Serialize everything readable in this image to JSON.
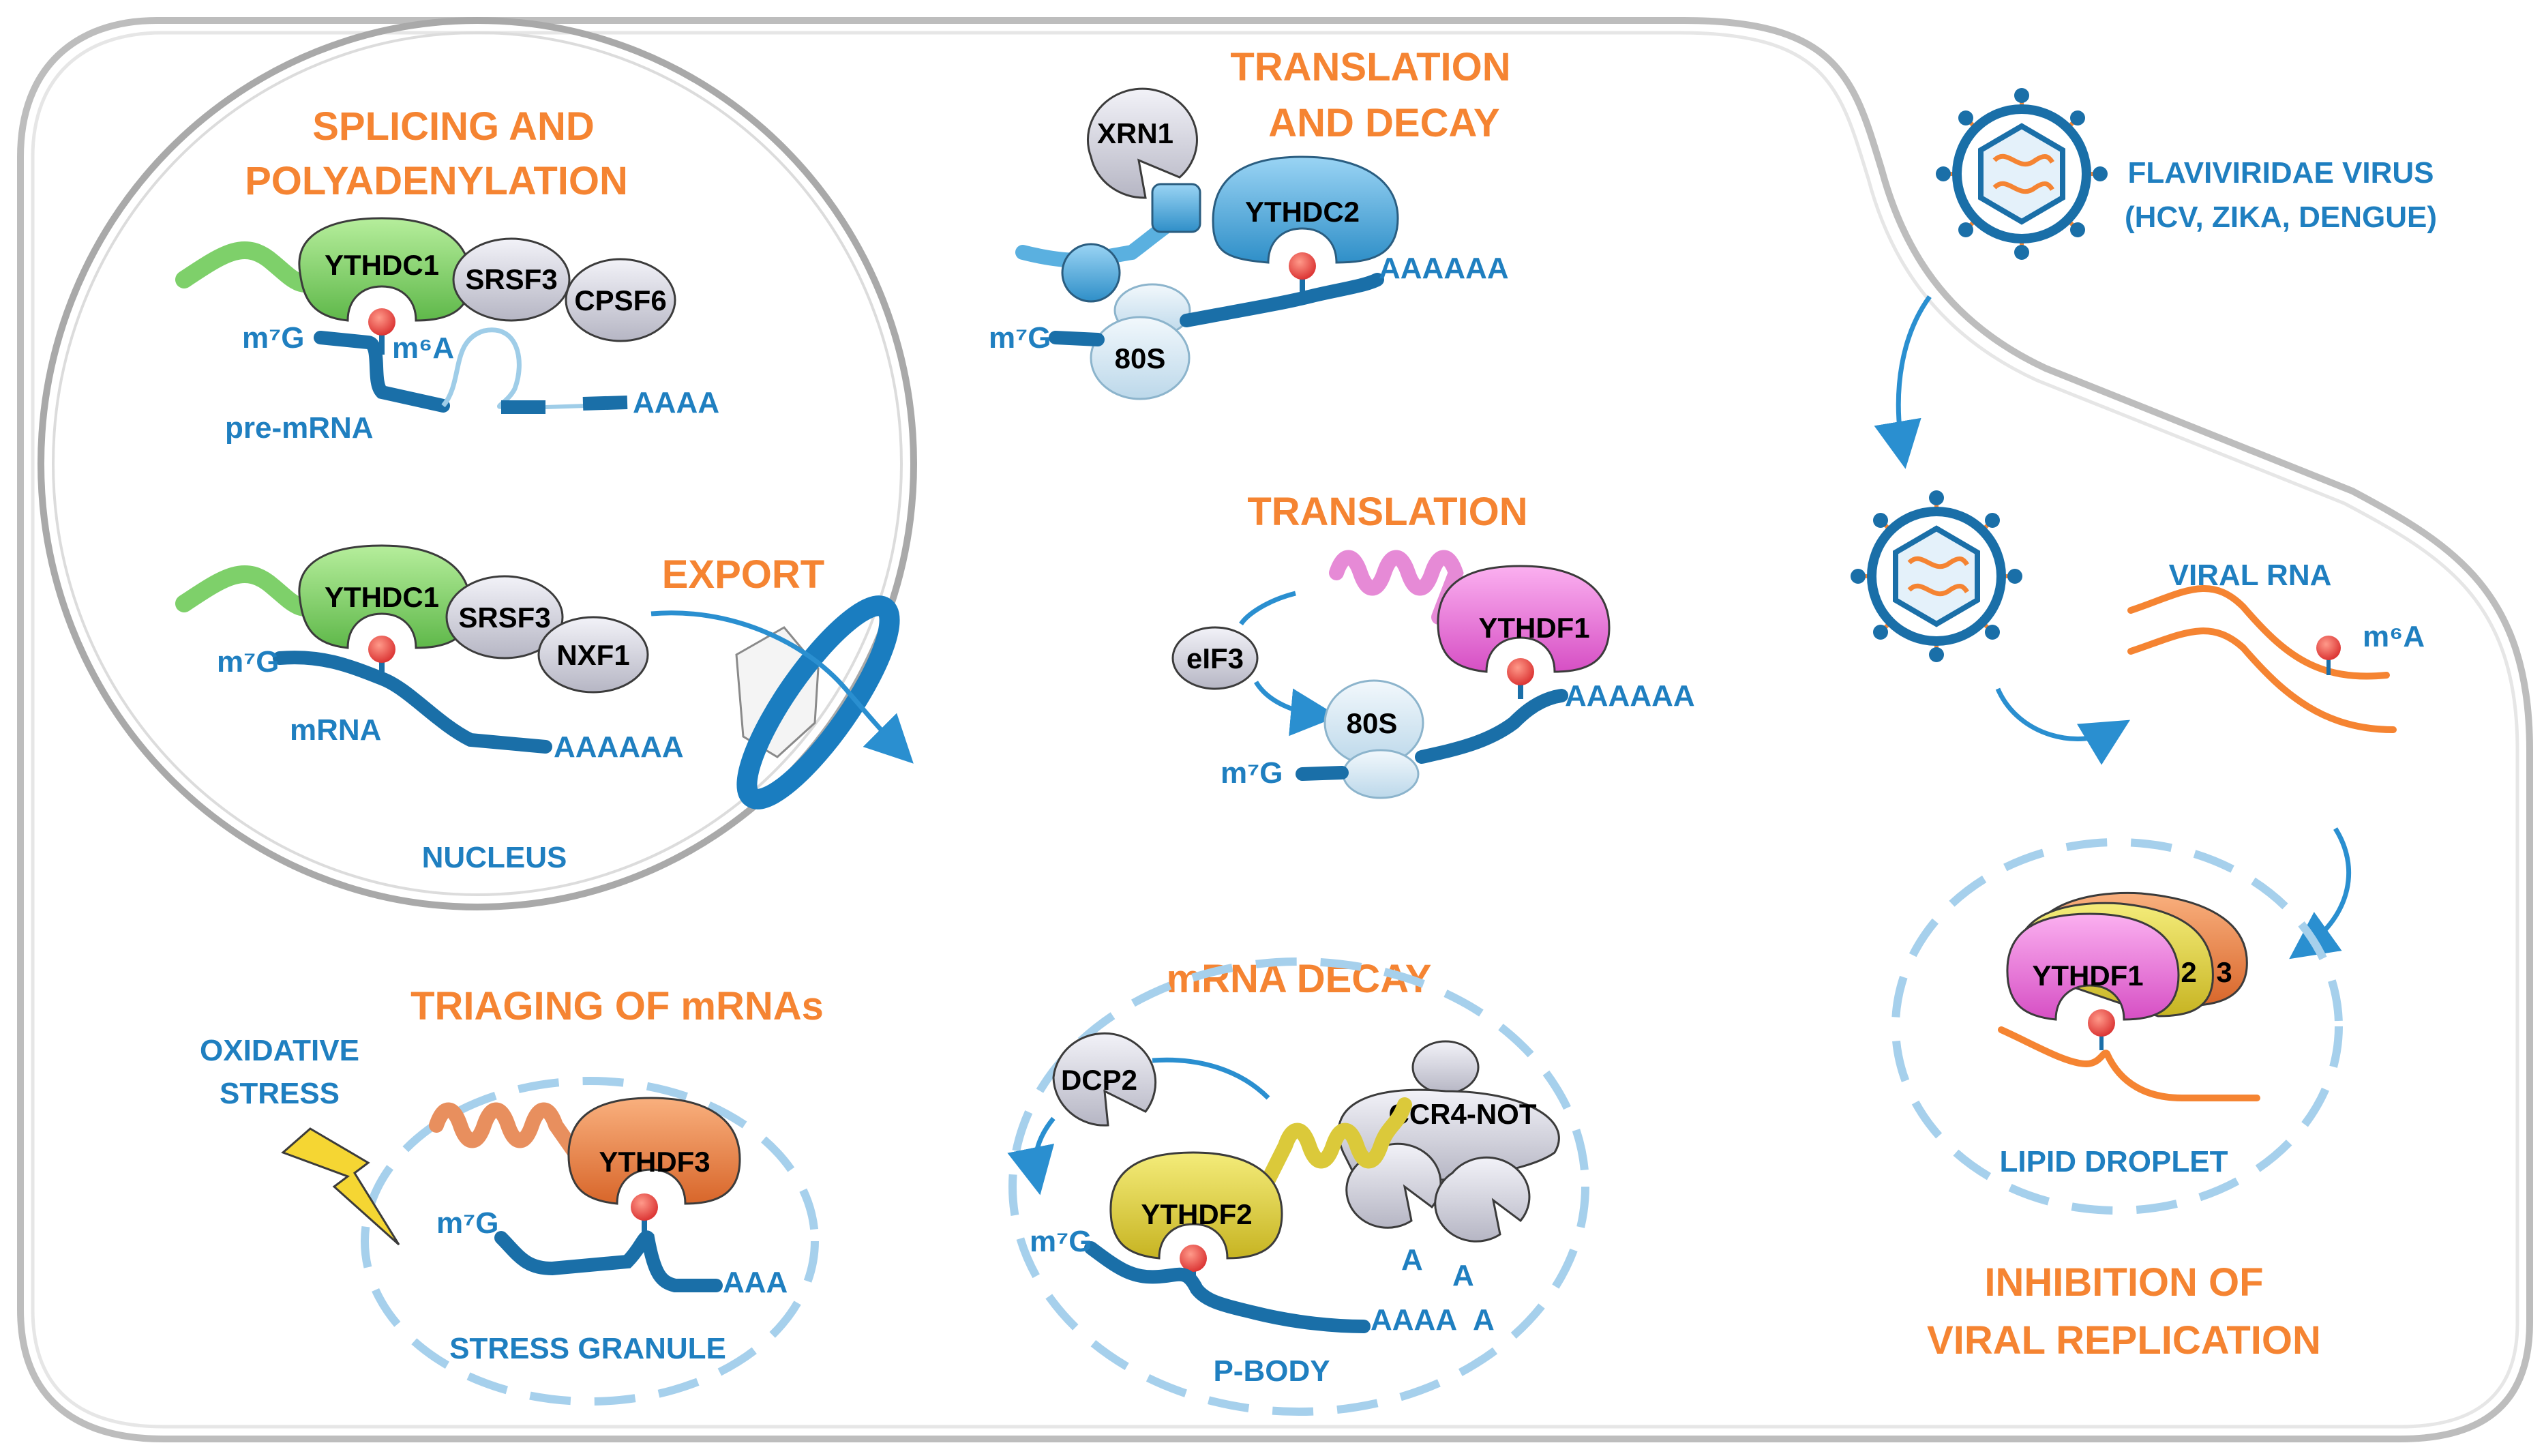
{
  "titles": {
    "splicing_line1": "SPLICING AND",
    "splicing_line2": "POLYADENYLATION",
    "translation_decay_line1": "TRANSLATION",
    "translation_decay_line2": "AND DECAY",
    "translation": "TRANSLATION",
    "export": "EXPORT",
    "triaging": "TRIAGING OF mRNAs",
    "mrna_decay": "mRNA DECAY",
    "inhibition_line1": "INHIBITION OF",
    "inhibition_line2": "VIRAL REPLICATION"
  },
  "labels": {
    "nucleus": "NUCLEUS",
    "pre_mrna": "pre-mRNA",
    "mrna": "mRNA",
    "aaaa": "AAAA",
    "aaaaaa": "AAAAAA",
    "aaa": "AAA",
    "a": "A",
    "m7g": "m⁷G",
    "m6a": "m⁶A",
    "oxidative_line1": "OXIDATIVE",
    "oxidative_line2": "STRESS",
    "stress_granule": "STRESS GRANULE",
    "p_body": "P-BODY",
    "virus_line1": "FLAVIVIRIDAE VIRUS",
    "virus_line2": "(HCV, ZIKA, DENGUE)",
    "viral_rna": "VIRAL RNA",
    "lipid_droplet": "LIPID DROPLET"
  },
  "proteins": {
    "ythdc1": "YTHDC1",
    "srsf3": "SRSF3",
    "cpsf6": "CPSF6",
    "nxf1": "NXF1",
    "xrn1": "XRN1",
    "ythdc2": "YTHDC2",
    "ribosome": "80S",
    "ythdf1": "YTHDF1",
    "eif3": "eIF3",
    "ythdf3": "YTHDF3",
    "dcp2": "DCP2",
    "ythdf2": "YTHDF2",
    "ccr4_not": "CCR4-NOT",
    "num2": "2",
    "num3": "3"
  },
  "colors": {
    "title": "#f58432",
    "rna": "#1a6fa8",
    "label": "#1f7fc0",
    "ythdc1": "#8fd97a",
    "ythdc2": "#5ab0e0",
    "ythdf1": "#f07ce0",
    "ythdf2": "#e3d33c",
    "ythdf3": "#f08a4b",
    "grey_protein": "#d8d8e4",
    "m6a_dot": "#e84040",
    "viral_rna": "#f58432"
  }
}
